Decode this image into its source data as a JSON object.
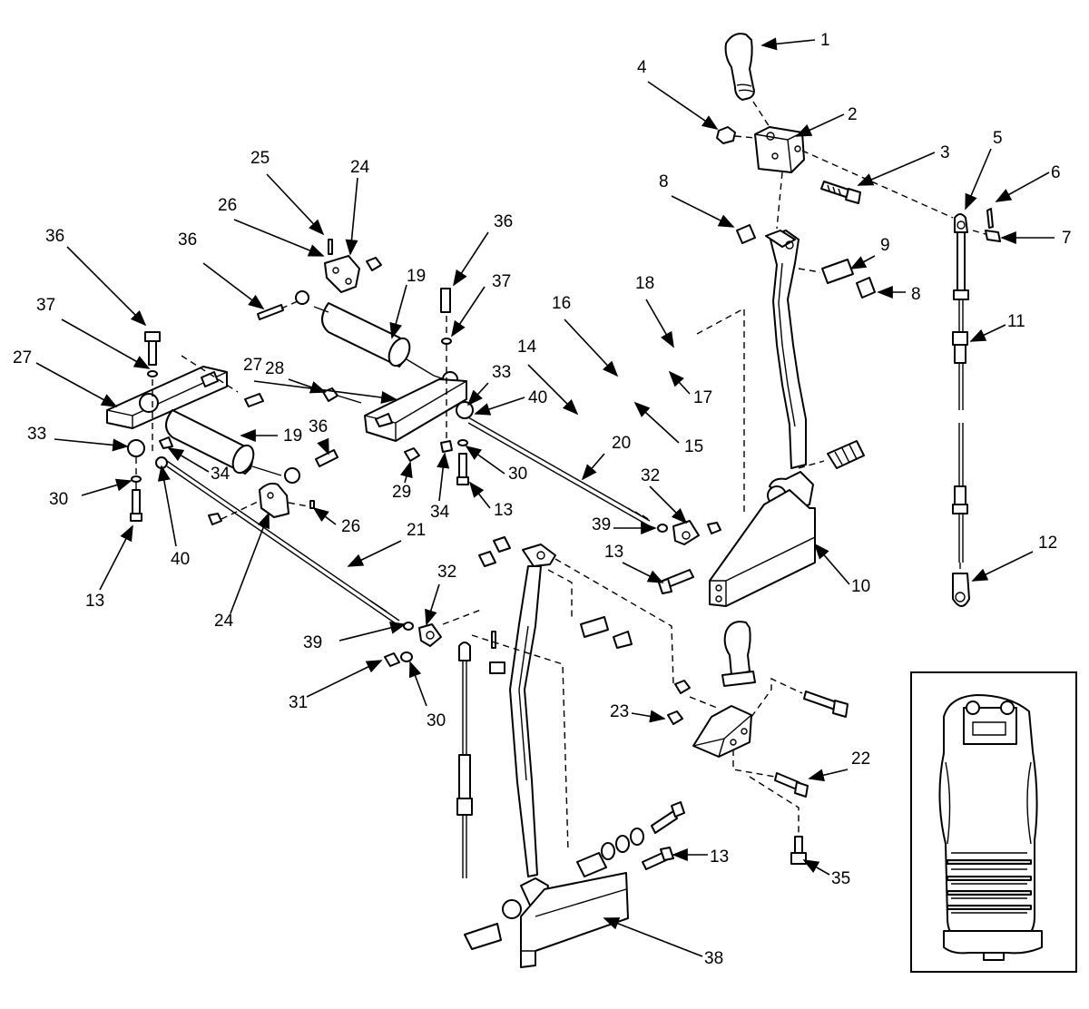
{
  "callouts": [
    {
      "label": "1"
    },
    {
      "label": "2"
    },
    {
      "label": "3"
    },
    {
      "label": "4"
    },
    {
      "label": "5"
    },
    {
      "label": "6"
    },
    {
      "label": "7"
    },
    {
      "label": "8"
    },
    {
      "label": "8"
    },
    {
      "label": "9"
    },
    {
      "label": "10"
    },
    {
      "label": "11"
    },
    {
      "label": "12"
    },
    {
      "label": "13"
    },
    {
      "label": "13"
    },
    {
      "label": "13"
    },
    {
      "label": "13"
    },
    {
      "label": "14"
    },
    {
      "label": "15"
    },
    {
      "label": "16"
    },
    {
      "label": "17"
    },
    {
      "label": "18"
    },
    {
      "label": "19"
    },
    {
      "label": "19"
    },
    {
      "label": "20"
    },
    {
      "label": "21"
    },
    {
      "label": "22"
    },
    {
      "label": "23"
    },
    {
      "label": "24"
    },
    {
      "label": "24"
    },
    {
      "label": "25"
    },
    {
      "label": "26"
    },
    {
      "label": "26"
    },
    {
      "label": "27"
    },
    {
      "label": "27"
    },
    {
      "label": "28"
    },
    {
      "label": "29"
    },
    {
      "label": "30"
    },
    {
      "label": "30"
    },
    {
      "label": "30"
    },
    {
      "label": "31"
    },
    {
      "label": "32"
    },
    {
      "label": "32"
    },
    {
      "label": "33"
    },
    {
      "label": "33"
    },
    {
      "label": "34"
    },
    {
      "label": "34"
    },
    {
      "label": "35"
    },
    {
      "label": "36"
    },
    {
      "label": "36"
    },
    {
      "label": "36"
    },
    {
      "label": "36"
    },
    {
      "label": "37"
    },
    {
      "label": "37"
    },
    {
      "label": "38"
    },
    {
      "label": "39"
    },
    {
      "label": "39"
    },
    {
      "label": "40"
    },
    {
      "label": "40"
    }
  ],
  "colors": {
    "line": "#000000",
    "background": "#ffffff",
    "shade": "#d9d9d9"
  }
}
